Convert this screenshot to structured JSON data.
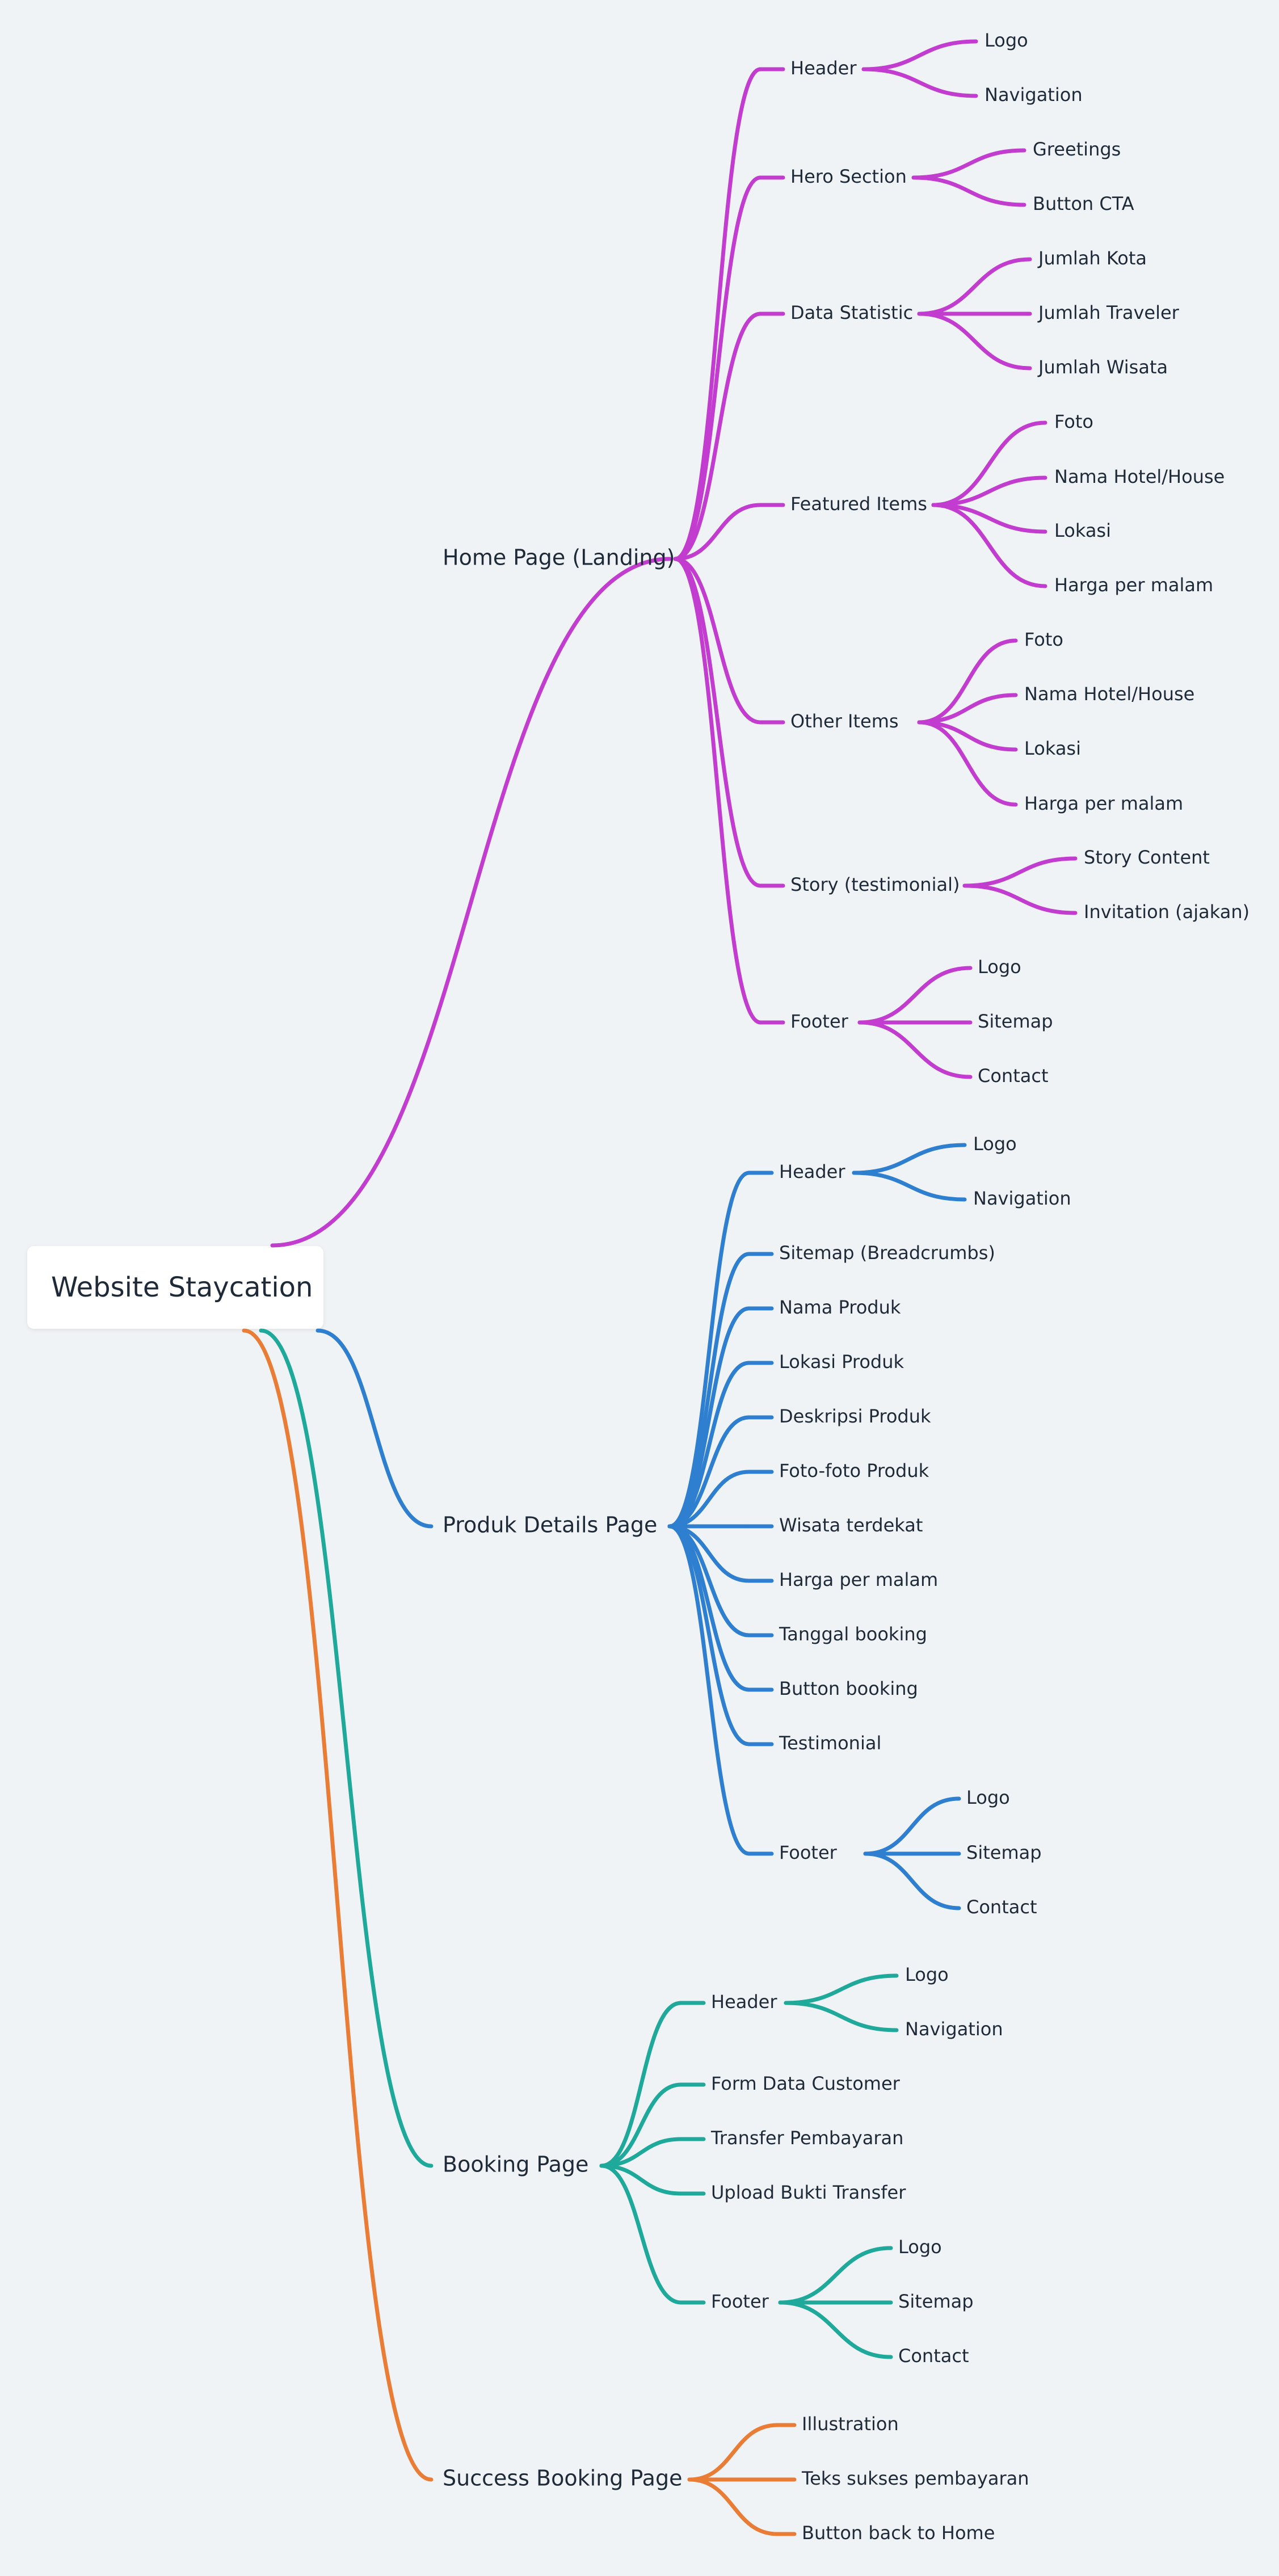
{
  "root": "Website Staycation",
  "colors": {
    "home": "#c13ccf",
    "produk": "#2f7fd0",
    "booking": "#1ea99b",
    "success": "#ea7d36",
    "text": "#1f2a38",
    "background": "#f0f3f6"
  },
  "branches": [
    {
      "label": "Home Page (Landing)",
      "color_key": "home",
      "children": [
        {
          "label": "Header",
          "children": [
            "Logo",
            "Navigation"
          ]
        },
        {
          "label": "Hero Section",
          "children": [
            "Greetings",
            "Button CTA"
          ]
        },
        {
          "label": "Data Statistic",
          "children": [
            "Jumlah Kota",
            "Jumlah Traveler",
            "Jumlah Wisata"
          ]
        },
        {
          "label": "Featured Items",
          "children": [
            "Foto",
            "Nama Hotel/House",
            "Lokasi",
            "Harga per malam"
          ]
        },
        {
          "label": "Other Items",
          "children": [
            "Foto",
            "Nama Hotel/House",
            "Lokasi",
            "Harga per malam"
          ]
        },
        {
          "label": "Story (testimonial)",
          "children": [
            "Story Content",
            "Invitation (ajakan)"
          ]
        },
        {
          "label": "Footer",
          "children": [
            "Logo",
            "Sitemap",
            "Contact"
          ]
        }
      ]
    },
    {
      "label": "Produk Details Page",
      "color_key": "produk",
      "children": [
        {
          "label": "Header",
          "children": [
            "Logo",
            "Navigation"
          ]
        },
        {
          "label": "Sitemap (Breadcrumbs)",
          "children": []
        },
        {
          "label": "Nama Produk",
          "children": []
        },
        {
          "label": "Lokasi Produk",
          "children": []
        },
        {
          "label": "Deskripsi Produk",
          "children": []
        },
        {
          "label": "Foto-foto Produk",
          "children": []
        },
        {
          "label": "Wisata terdekat",
          "children": []
        },
        {
          "label": "Harga per malam",
          "children": []
        },
        {
          "label": "Tanggal booking",
          "children": []
        },
        {
          "label": "Button booking",
          "children": []
        },
        {
          "label": "Testimonial",
          "children": []
        },
        {
          "label": "Footer",
          "children": [
            "Logo",
            "Sitemap",
            "Contact"
          ]
        }
      ]
    },
    {
      "label": "Booking Page",
      "color_key": "booking",
      "children": [
        {
          "label": "Header",
          "children": [
            "Logo",
            "Navigation"
          ]
        },
        {
          "label": "Form Data Customer",
          "children": []
        },
        {
          "label": "Transfer Pembayaran",
          "children": []
        },
        {
          "label": "Upload Bukti Transfer",
          "children": []
        },
        {
          "label": "Footer",
          "children": [
            "Logo",
            "Sitemap",
            "Contact"
          ]
        }
      ]
    },
    {
      "label": "Success Booking Page",
      "color_key": "success",
      "children": [
        {
          "label": "Illustration",
          "children": []
        },
        {
          "label": "Teks sukses pembayaran",
          "children": []
        },
        {
          "label": "Button back to Home",
          "children": []
        }
      ]
    }
  ]
}
